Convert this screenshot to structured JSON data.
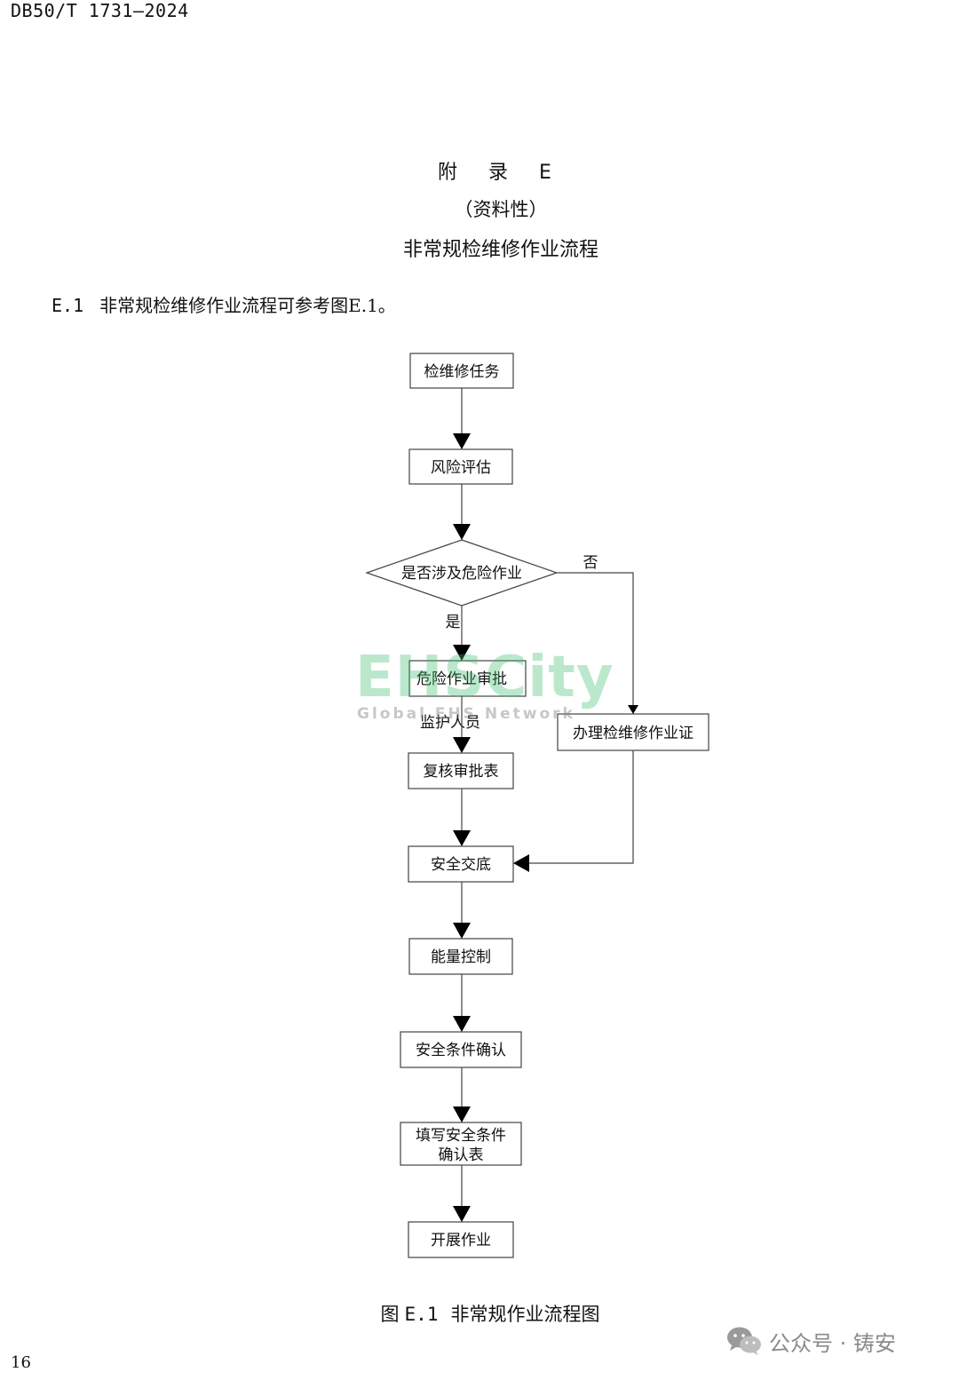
{
  "header": {
    "doc_code": "DB50/T 1731—2024"
  },
  "appendix": {
    "title": "附 录 E",
    "nature": "（资料性）",
    "heading": "非常规检维修作业流程"
  },
  "clause": {
    "number": "E.1",
    "text": "非常规检维修作业流程可参考图E.1。"
  },
  "flowchart": {
    "nodes": {
      "task": "检维修任务",
      "risk": "风险评估",
      "decision": "是否涉及危险作业",
      "approval": "危险作业审批",
      "monitor": "监护人员",
      "recheck": "复核审批表",
      "permit": "办理检维修作业证",
      "briefing": "安全交底",
      "energy": "能量控制",
      "confirm": "安全条件确认",
      "fill_line1": "填写安全条件",
      "fill_line2": "确认表",
      "start": "开展作业"
    },
    "labels": {
      "yes": "是",
      "no": "否"
    }
  },
  "figure": {
    "label": "图",
    "number": "E.1",
    "title": "非常规作业流程图"
  },
  "page": {
    "number": "16"
  },
  "watermark": {
    "brand": "EHSCity",
    "tagline": "Global EHS Network"
  },
  "footer": {
    "source": "公众号 · 铸安",
    "icon": "wechat-icon"
  }
}
